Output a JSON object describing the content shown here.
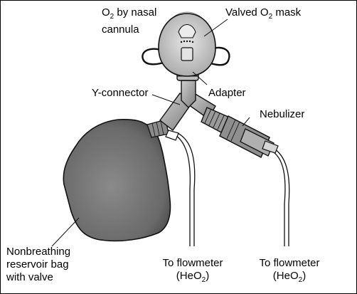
{
  "labels": {
    "nasal_cannula": {
      "line1_prefix": "O",
      "line1_sub": "2",
      "line1_suffix": " by nasal",
      "line2": "cannula"
    },
    "valved_mask": {
      "prefix": "Valved O",
      "sub": "2",
      "suffix": " mask"
    },
    "y_connector": "Y-connector",
    "adapter": "Adapter",
    "nebulizer": "Nebulizer",
    "reservoir_bag": {
      "line1": "Nonbreathing",
      "line2": "reservoir bag",
      "line3": "with valve"
    },
    "flowmeter_left": {
      "line1": "To flowmeter",
      "line2_prefix": "(HeO",
      "line2_sub": "2",
      "line2_suffix": ")"
    },
    "flowmeter_right": {
      "line1": "To flowmeter",
      "line2_prefix": "(HeO",
      "line2_sub": "2",
      "line2_suffix": ")"
    }
  },
  "colors": {
    "outline": "#111111",
    "bag_fill": "#6e6e6e",
    "mask_fill": "#cfcfcf",
    "tube_fill": "#a9a9a9",
    "nebulizer_fill": "#9a9a9a"
  }
}
